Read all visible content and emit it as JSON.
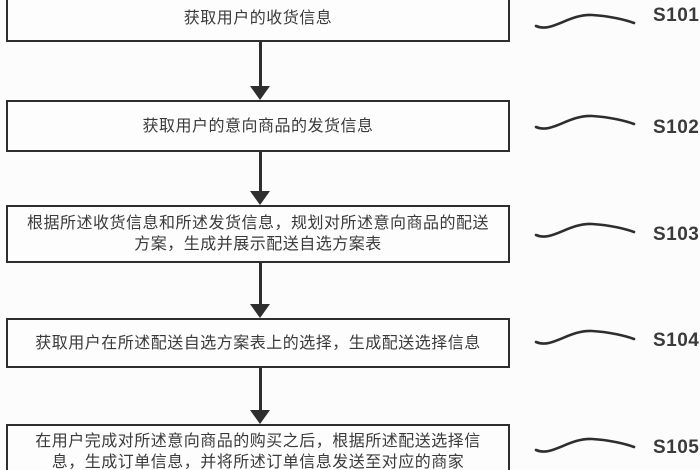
{
  "figure": {
    "type": "flowchart",
    "steps": [
      {
        "label": "S101",
        "text": "获取用户的收货信息"
      },
      {
        "label": "S102",
        "text": "获取用户的意向商品的发货信息"
      },
      {
        "label": "S103",
        "text": "根据所述收货信息和所述发货信息，规划对所述意向商品的配送方案，生成并展示配送自选方案表"
      },
      {
        "label": "S104",
        "text": "获取用户在所述配送自选方案表上的选择，生成配送选择信息"
      },
      {
        "label": "S105",
        "text": "在用户完成对所述意向商品的购买之后，根据所述配送选择信息，生成订单信息，并将所述订单信息发送至对应的商家"
      }
    ],
    "colors": {
      "line": "#2e2e2e",
      "text": "#3a3a3a",
      "background": "#fcfcfc"
    }
  }
}
